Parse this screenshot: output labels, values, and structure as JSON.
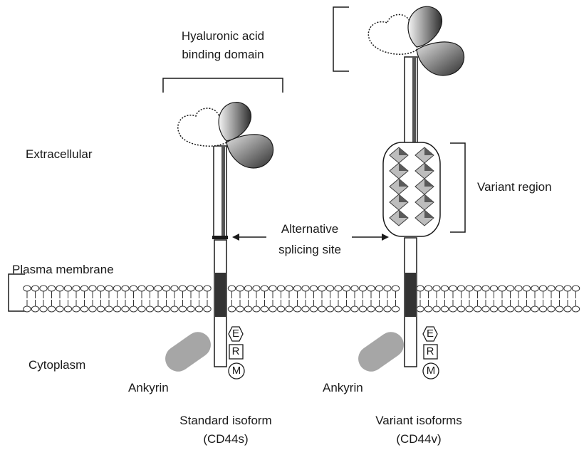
{
  "labels": {
    "ha_domain_line1": "Hyaluronic acid",
    "ha_domain_line2": "binding domain",
    "extracellular": "Extracellular",
    "variant_region": "Variant region",
    "alt_splicing_line1": "Alternative",
    "alt_splicing_line2": "splicing site",
    "plasma_membrane": "Plasma membrane",
    "cytoplasm": "Cytoplasm",
    "ankyrin_left": "Ankyrin",
    "ankyrin_right": "Ankyrin",
    "standard_line1": "Standard isoform",
    "standard_line2": "(CD44s)",
    "variant_line1": "Variant isoforms",
    "variant_line2": "(CD44v)"
  },
  "erm_tags": {
    "left": [
      "E",
      "R",
      "M"
    ],
    "right": [
      "E",
      "R",
      "M"
    ]
  },
  "colors": {
    "ink": "#1a1a1a",
    "membrane_core": "#333333",
    "ankyrin": "#a6a6a6",
    "domain_dark": "#3a3a3a"
  }
}
